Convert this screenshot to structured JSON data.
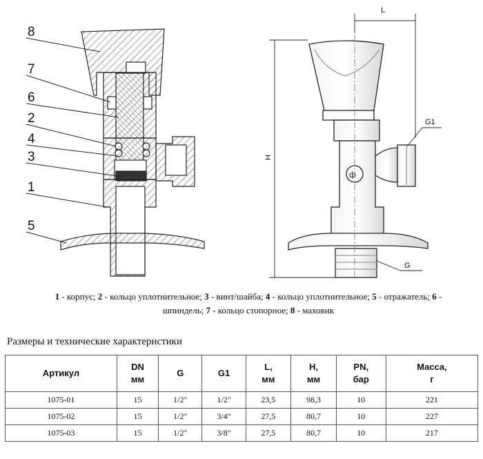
{
  "drawing": {
    "callouts": [
      "8",
      "7",
      "6",
      "2",
      "4",
      "3",
      "1",
      "5"
    ],
    "dimension_labels": {
      "L": "L",
      "H": "H",
      "G1": "G1",
      "G": "G"
    }
  },
  "caption": {
    "parts": [
      {
        "num": "1",
        "text": " - корпус; "
      },
      {
        "num": "2",
        "text": " - кольцо уплотнительное; "
      },
      {
        "num": "3",
        "text": " - винт/шайба; "
      },
      {
        "num": "4",
        "text": " - кольцо уплотнительное; "
      },
      {
        "num": "5",
        "text": " - отражатель; "
      },
      {
        "num": "6",
        "text": " - шпиндель; "
      },
      {
        "num": "7",
        "text": " - кольцо стопорное; "
      },
      {
        "num": "8",
        "text": " - маховик"
      }
    ]
  },
  "section_title": "Размеры и технические характеристики",
  "table": {
    "headers": [
      [
        "Артикул"
      ],
      [
        "DN",
        "мм"
      ],
      [
        "G"
      ],
      [
        "G1"
      ],
      [
        "L,",
        "мм"
      ],
      [
        "H,",
        "мм"
      ],
      [
        "PN,",
        "бар"
      ],
      [
        "Масса,",
        "г"
      ]
    ],
    "rows": [
      [
        "1075-01",
        "15",
        "1/2\"",
        "1/2\"",
        "23,5",
        "98,3",
        "10",
        "221"
      ],
      [
        "1075-02",
        "15",
        "1/2\"",
        "3/4\"",
        "27,5",
        "80,7",
        "10",
        "227"
      ],
      [
        "1075-03",
        "15",
        "1/2\"",
        "3/8\"",
        "27,5",
        "80,7",
        "10",
        "217"
      ]
    ]
  }
}
